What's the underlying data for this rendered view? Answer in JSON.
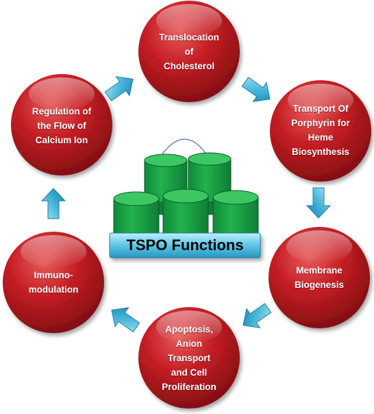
{
  "diagram": {
    "center_label": "TSPO Functions",
    "nodes": [
      {
        "id": "translocation",
        "label": "Translocation\nof\nCholesterol"
      },
      {
        "id": "porphyrin",
        "label": "Transport Of\nPorphyrin for\nHeme\nBiosynthesis"
      },
      {
        "id": "membrane",
        "label": "Membrane\nBiogenesis"
      },
      {
        "id": "apoptosis",
        "label": "Apoptosis,\nAnion\nTransport\nand Cell\nProliferation"
      },
      {
        "id": "immuno",
        "label": "Immuno-\nmodulation"
      },
      {
        "id": "calcium",
        "label": "Regulation of\nthe Flow of\nCalcium Ion"
      }
    ]
  }
}
